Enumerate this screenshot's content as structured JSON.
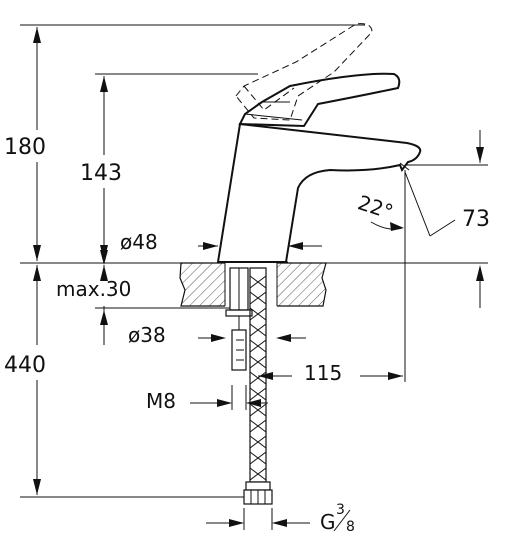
{
  "dimensions": {
    "total_height_with_lever": "180",
    "spout_height": "143",
    "body_diameter": "ø48",
    "max_deck_thickness": "max.30",
    "shank_diameter": "ø38",
    "connection_length": "440",
    "spout_reach": "115",
    "stud_thread": "M8",
    "spout_angle": "22°",
    "outlet_height": "73",
    "hose_connector_main": "G",
    "hose_connector_num": "3",
    "hose_connector_den": "8"
  },
  "colors": {
    "line": "#111111",
    "hatch": "#555555",
    "background": "#ffffff"
  }
}
